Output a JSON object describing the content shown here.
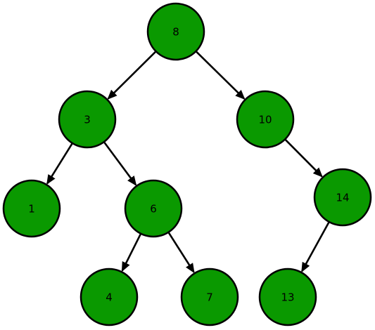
{
  "diagram": {
    "nodes": [
      {
        "id": "n8",
        "label": "8"
      },
      {
        "id": "n3",
        "label": "3"
      },
      {
        "id": "n10",
        "label": "10"
      },
      {
        "id": "n1",
        "label": "1"
      },
      {
        "id": "n6",
        "label": "6"
      },
      {
        "id": "n14",
        "label": "14"
      },
      {
        "id": "n4",
        "label": "4"
      },
      {
        "id": "n7",
        "label": "7"
      },
      {
        "id": "n13",
        "label": "13"
      }
    ],
    "edges": [
      {
        "from": "n8",
        "to": "n3"
      },
      {
        "from": "n8",
        "to": "n10"
      },
      {
        "from": "n3",
        "to": "n1"
      },
      {
        "from": "n3",
        "to": "n6"
      },
      {
        "from": "n10",
        "to": "n14"
      },
      {
        "from": "n6",
        "to": "n4"
      },
      {
        "from": "n6",
        "to": "n7"
      },
      {
        "from": "n14",
        "to": "n13"
      }
    ],
    "colors": {
      "node_fill": "#0a9900",
      "node_stroke": "#000000",
      "edge": "#000000",
      "label": "#000000"
    }
  }
}
